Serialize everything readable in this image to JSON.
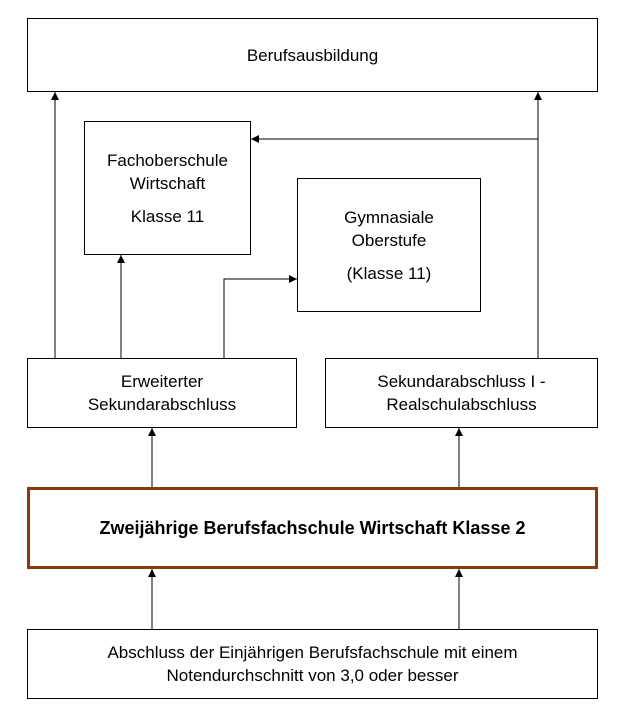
{
  "nodes": {
    "berufsausbildung": {
      "lines": [
        "Berufsausbildung"
      ]
    },
    "fachoberschule": {
      "lines": [
        "Fachoberschule",
        "Wirtschaft"
      ],
      "sub": "Klasse 11"
    },
    "gymnasiale": {
      "lines": [
        "Gymnasiale",
        "Oberstufe"
      ],
      "sub": "(Klasse 11)"
    },
    "erweiterter": {
      "lines": [
        "Erweiterter",
        "Sekundarabschluss"
      ]
    },
    "sekundar": {
      "lines": [
        "Sekundarabschluss I -",
        "Realschulabschluss"
      ]
    },
    "zweijaehrige": {
      "lines": [
        "Zweijährige Berufsfachschule Wirtschaft Klasse 2"
      ]
    },
    "abschluss": {
      "lines": [
        "Abschluss der Einjährigen Berufsfachschule mit einem",
        "Notendurchschnitt von 3,0 oder besser"
      ]
    }
  },
  "colors": {
    "highlight_border": "#8b3a0f",
    "line": "#000000"
  }
}
